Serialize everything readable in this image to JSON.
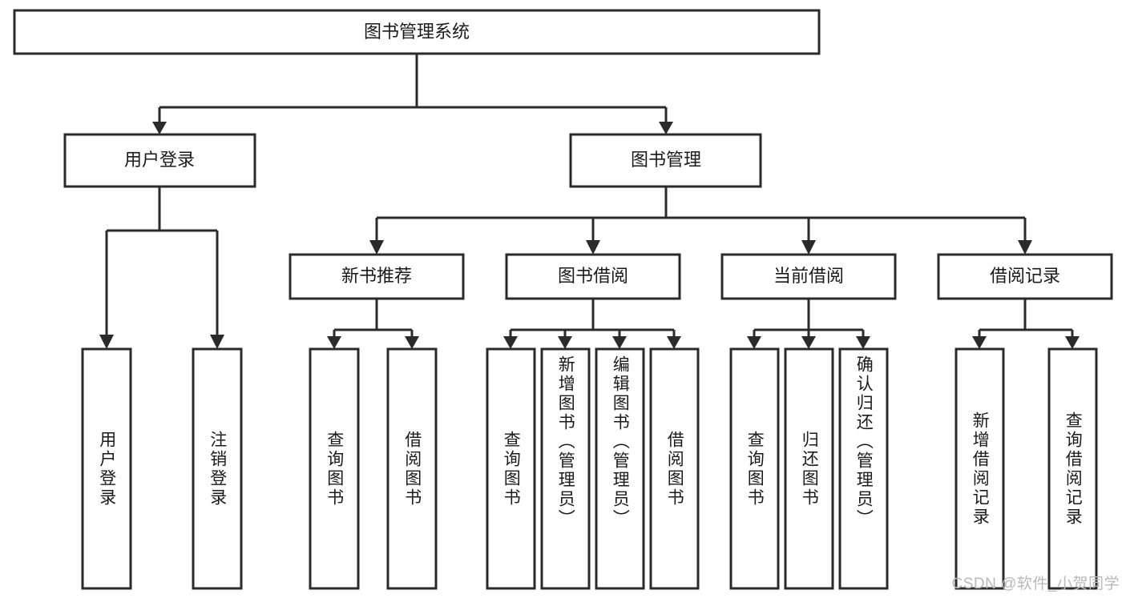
{
  "diagram": {
    "title": "图书管理系统",
    "type": "tree-hierarchy-chart",
    "colors": {
      "stroke": "#2b2b2b",
      "fill": "#ffffff",
      "background": "#ffffff",
      "watermark": "#b9b9b9"
    },
    "root": {
      "label": "图书管理系统"
    },
    "level2": [
      {
        "label": "用户登录"
      },
      {
        "label": "图书管理"
      }
    ],
    "level3": [
      {
        "label": "新书推荐"
      },
      {
        "label": "图书借阅"
      },
      {
        "label": "当前借阅"
      },
      {
        "label": "借阅记录"
      }
    ],
    "leaves": {
      "user_login": [
        {
          "label": "用户登录"
        },
        {
          "label": "注销登录"
        }
      ],
      "new_book_recommend": [
        {
          "label": "查询图书"
        },
        {
          "label": "借阅图书"
        }
      ],
      "book_borrow": [
        {
          "label": "查询图书"
        },
        {
          "label": "新增图书（管理员）"
        },
        {
          "label": "编辑图书（管理员）"
        },
        {
          "label": "借阅图书"
        }
      ],
      "current_borrow": [
        {
          "label": "查询图书"
        },
        {
          "label": "归还图书"
        },
        {
          "label": "确认归还（管理员）"
        }
      ],
      "borrow_record": [
        {
          "label": "新增借阅记录"
        },
        {
          "label": "查询借阅记录"
        }
      ]
    }
  },
  "watermark": {
    "text": "CSDN @软件_小贺同学"
  }
}
